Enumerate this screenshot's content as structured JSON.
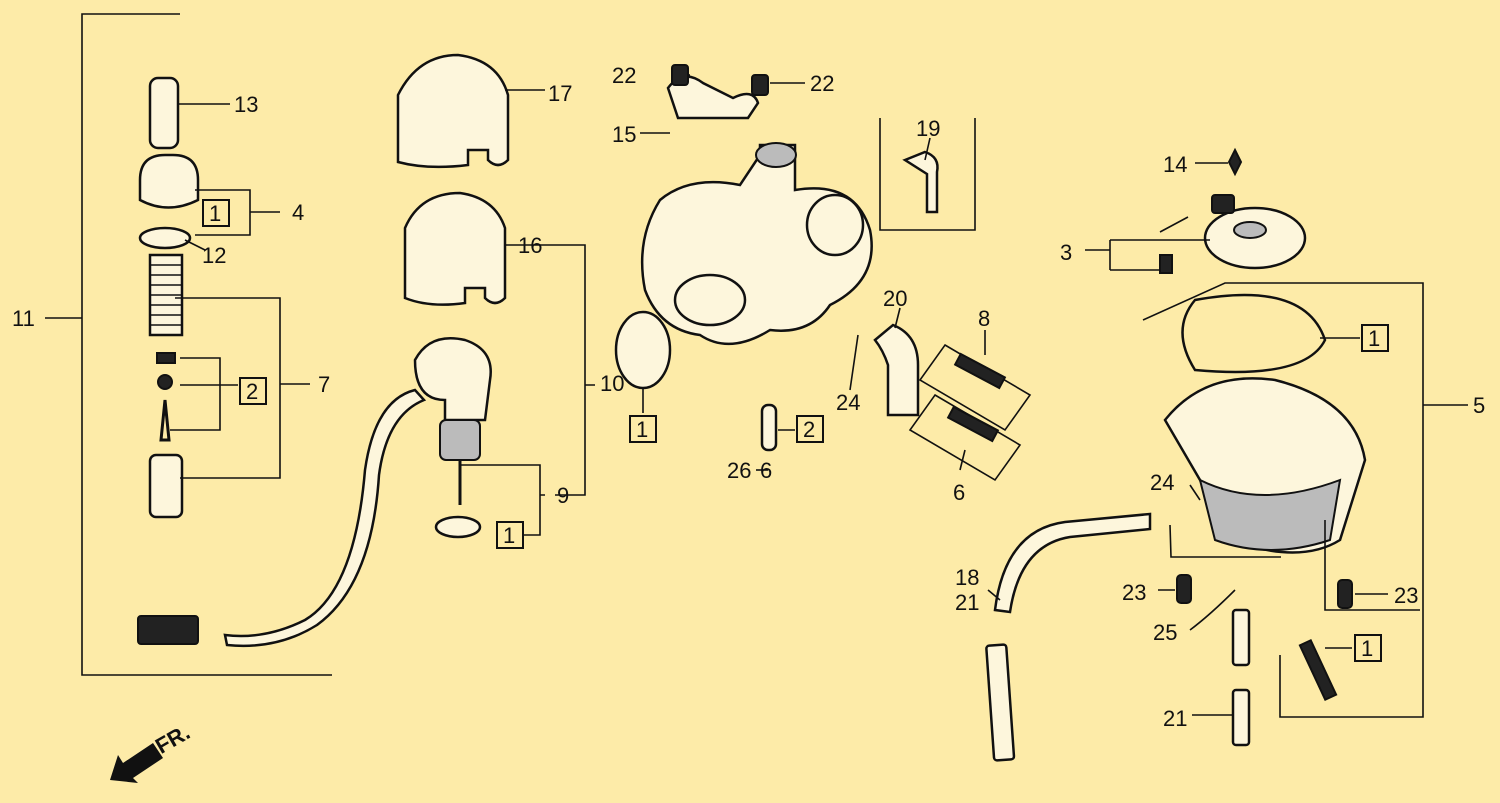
{
  "title": "Carburetor exploded parts diagram",
  "direction_marker": "FR.",
  "callouts": {
    "c11": "11",
    "c13": "13",
    "c4": "4",
    "c12": "12",
    "c7": "7",
    "c17": "17",
    "c16": "16",
    "c10": "10",
    "c9": "9",
    "c22a": "22",
    "c22b": "22",
    "c15": "15",
    "c19": "19",
    "c14": "14",
    "c3": "3",
    "c20": "20",
    "c8": "8",
    "c24a": "24",
    "c26": "26",
    "c6a": "6",
    "c6b": "6",
    "c5": "5",
    "c24b": "24",
    "c18": "18",
    "c21a": "21",
    "c23a": "23",
    "c23b": "23",
    "c25": "25",
    "c21b": "21"
  },
  "kit_boxes": {
    "k1": "1",
    "k2": "2",
    "k3": "1",
    "k4": "1",
    "k5": "2",
    "k6": "1",
    "k7": "1"
  },
  "colors": {
    "background": "#fdeba8",
    "ink": "#111111"
  }
}
